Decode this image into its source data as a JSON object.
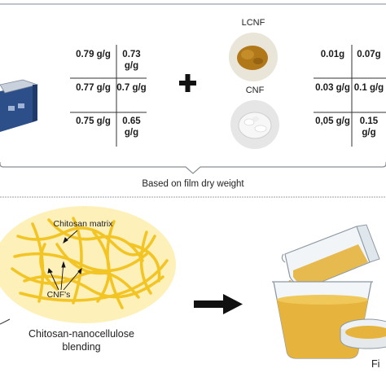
{
  "left_table": {
    "rows": [
      [
        "0.79 g/g",
        "0.73 g/g"
      ],
      [
        "0.77 g/g",
        "0.7 g/g"
      ],
      [
        "0.75 g/g",
        "0.65 g/g"
      ]
    ]
  },
  "right_table": {
    "rows": [
      [
        "0.01g",
        "0.07g"
      ],
      [
        "0.03 g/g",
        "0.1 g/g"
      ],
      [
        "0,05 g/g",
        "0.15 g/g"
      ]
    ]
  },
  "labels": {
    "lcnf": "LCNF",
    "cnf": "CNF",
    "plus": "+",
    "dry_weight": "Based on film dry weight",
    "chitosan_matrix": "Chitosan matrix",
    "cnfs": "CNF's",
    "blending": "Chitosan-nanocellulose blending",
    "film": "Fi"
  },
  "colors": {
    "ellipse_fill": "#fdf0b8",
    "fibre": "#f2c424",
    "lcnf": "#b07818",
    "liquid": "#e6b43c",
    "arrow": "#111111"
  }
}
